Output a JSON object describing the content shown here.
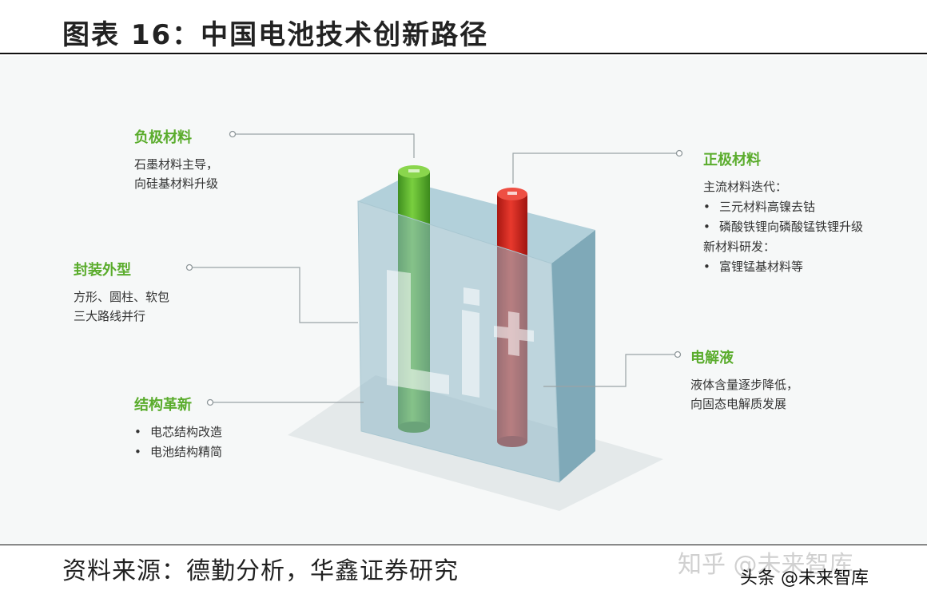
{
  "header": {
    "title": "图表 16：中国电池技术创新路径"
  },
  "diagram": {
    "center_label": "Li+",
    "callouts": {
      "anode": {
        "heading": "负极材料",
        "lines": [
          "石墨材料主导，",
          "向硅基材料升级"
        ]
      },
      "packaging": {
        "heading": "封装外型",
        "lines": [
          "方形、圆柱、软包",
          "三大路线并行"
        ]
      },
      "structure": {
        "heading": "结构革新",
        "bullets": [
          "电芯结构改造",
          "电池结构精简"
        ]
      },
      "cathode": {
        "heading": "正极材料",
        "sub1": "主流材料迭代：",
        "bullets1": [
          "三元材料高镍去钴",
          "磷酸铁锂向磷酸锰铁锂升级"
        ],
        "sub2": "新材料研发：",
        "bullets2": [
          "富锂锰基材料等"
        ]
      },
      "electrolyte": {
        "heading": "电解液",
        "lines": [
          "液体含量逐步降低，",
          "向固态电解质发展"
        ]
      }
    }
  },
  "footer": {
    "source": "资料来源：德勤分析，华鑫证券研究"
  },
  "watermark": {
    "zhihu": "知乎 @未来智库",
    "toutiao": "头条 @未来智库"
  },
  "colors": {
    "accent_green": "#5aac2c",
    "anode_rod": "#5cb32e",
    "cathode_rod": "#d42a20",
    "block": "#8fb8c6"
  }
}
